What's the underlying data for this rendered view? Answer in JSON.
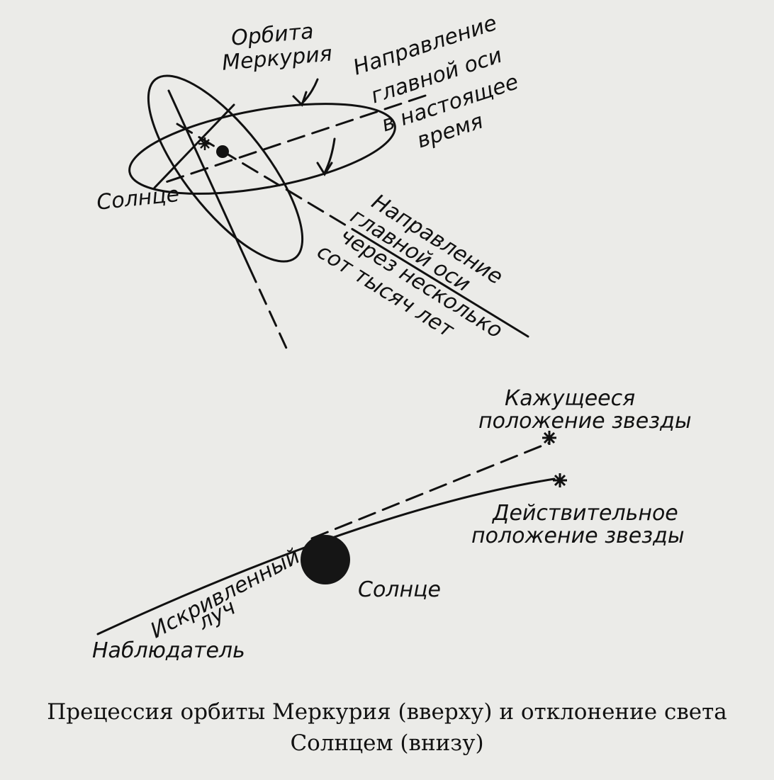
{
  "labels": {
    "mercury_orbit": [
      "Орбита",
      "Меркурия"
    ],
    "axis_now": [
      "Направление",
      "главной оси",
      "в настоящее",
      "время"
    ],
    "sun_top": "Солнце",
    "axis_future": [
      "Направление",
      "главной оси",
      "через несколько",
      "сот тысяч лет"
    ],
    "apparent_star": [
      "Кажущееся",
      "положение звезды"
    ],
    "actual_star": [
      "Действительное",
      "положение звезды"
    ],
    "curved_ray": [
      "Искривленный",
      "луч"
    ],
    "sun_bottom": "Солнце",
    "observer": "Наблюдатель"
  },
  "caption": [
    "Прецессия орбиты Меркурия (вверху) и отклонение света",
    "Солнцем (внизу)"
  ],
  "colors": {
    "ink": "#111111",
    "paper": "#ebebe8"
  }
}
